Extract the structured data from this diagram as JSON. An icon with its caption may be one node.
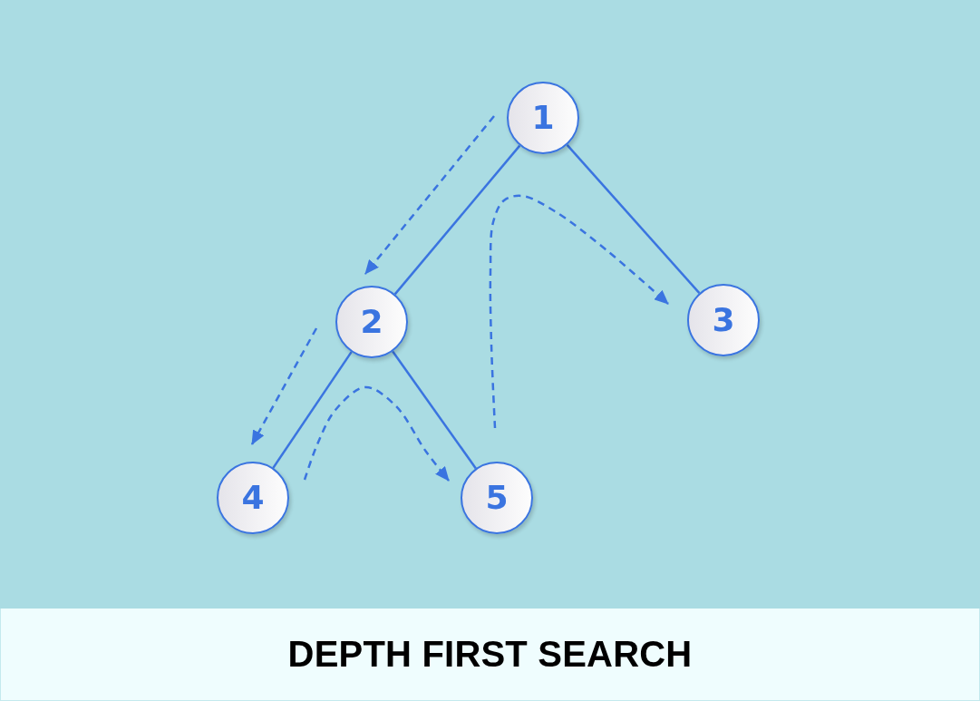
{
  "diagram": {
    "title": "DEPTH FIRST SEARCH",
    "nodes": [
      {
        "text": [
          "1"
        ]
      },
      {
        "text": [
          "2"
        ]
      },
      {
        "text": [
          "3"
        ]
      },
      {
        "text": [
          "4"
        ]
      },
      {
        "text": [
          "5"
        ]
      }
    ],
    "edges": [
      {
        "from": 0,
        "to": 1,
        "arrow": "none"
      },
      {
        "from": 0,
        "to": 2,
        "arrow": "none"
      },
      {
        "from": 1,
        "to": 3,
        "arrow": "none"
      },
      {
        "from": 1,
        "to": 4,
        "arrow": "none"
      },
      {
        "from": 0,
        "to": 1,
        "arrow": "to",
        "style": "dashed"
      },
      {
        "from": 1,
        "to": 3,
        "arrow": "to",
        "style": "dashed"
      },
      {
        "from": 3,
        "to": 4,
        "arrow": "to",
        "style": "dashed"
      },
      {
        "from": 4,
        "to": 2,
        "arrow": "to",
        "style": "dashed"
      }
    ]
  }
}
